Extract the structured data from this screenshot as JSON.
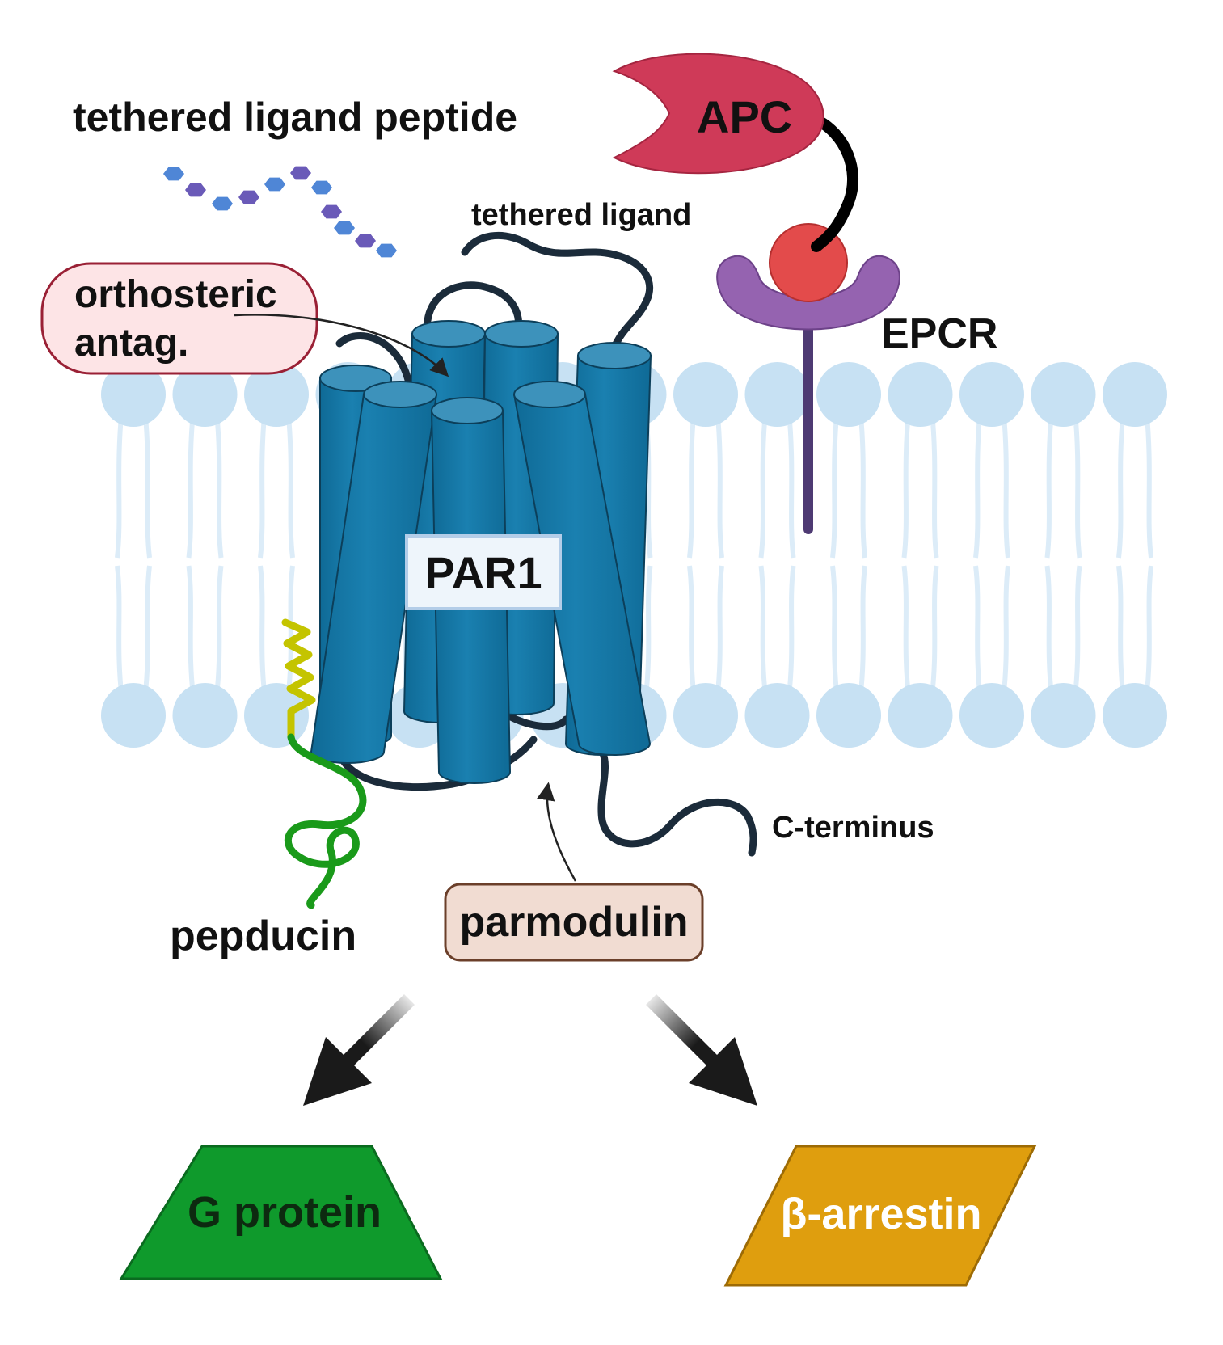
{
  "labels": {
    "tethered_ligand_peptide": "tethered ligand peptide",
    "apc": "APC",
    "tethered_ligand": "tethered ligand",
    "orthosteric_line1": "orthosteric",
    "orthosteric_line2": "antag.",
    "epcr": "EPCR",
    "par1": "PAR1",
    "c_terminus": "C-terminus",
    "pepducin": "pepducin",
    "parmodulin": "parmodulin",
    "g_protein": "G protein",
    "beta_arrestin": "β-arrestin"
  },
  "colors": {
    "receptor": "#1878a6",
    "receptor_top": "#3d92bb",
    "receptor_outline": "#0c3f5a",
    "membrane": "#c7e1f3",
    "loop": "#1b2b3a",
    "apc": "#cf3a58",
    "epcr_cup": "#9563b0",
    "epcr_stem": "#4e3a73",
    "apc_ball": "#e34b4b",
    "peptide_a": "#4f86d6",
    "peptide_b": "#6a5ab8",
    "orthosteric_fill": "#fde4e6",
    "orthosteric_border": "#9a2035",
    "parmodulin_fill": "#f1dcd2",
    "parmodulin_border": "#6b3f2a",
    "pepducin_lipid": "#c4c400",
    "pepducin_chain": "#1a9a1a",
    "g_protein": "#0f9a2c",
    "beta_arrestin": "#df9e0e",
    "arrow": "#1a1a1a"
  }
}
